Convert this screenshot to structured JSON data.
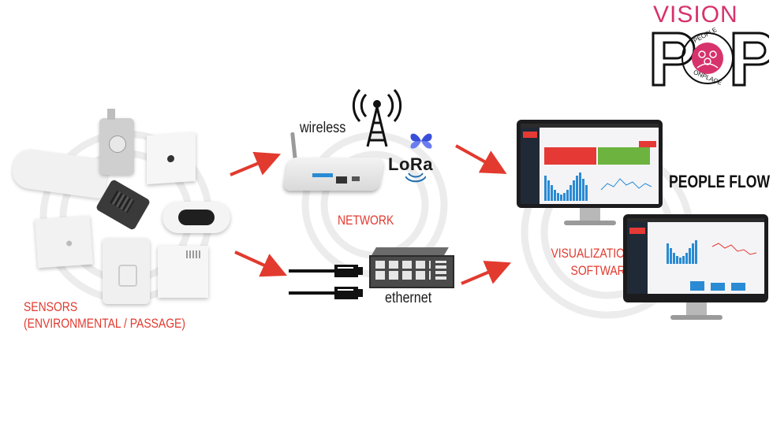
{
  "logo": {
    "text_top": "VISION",
    "text_ring_top": "PEOPLE",
    "text_ring_bottom": "ONPLACE",
    "brand_color": "#d6336c"
  },
  "labels": {
    "sensors_line1": "SENSORS",
    "sensors_line2": "(ENVIRONMENTAL / PASSAGE)",
    "wireless": "wireless",
    "lora": "LoRa",
    "network": "NETWORK",
    "ethernet": "ethernet",
    "viz_line1": "VISUALIZATION",
    "viz_line2": "SOFTWARE",
    "people_flow": "PEOPLE FLOW"
  },
  "colors": {
    "accent_red": "#e23a2f",
    "lora_blue": "#1f6fb2",
    "dashboard_red": "#e53935",
    "dashboard_green": "#6cb33f",
    "chart_blue": "#2a8bd4"
  },
  "icons": [
    "antenna-tower-icon",
    "lora-butterfly-icon",
    "wifi-router-icon",
    "network-switch-icon",
    "ethernet-cable-icon",
    "arrow-icon"
  ]
}
